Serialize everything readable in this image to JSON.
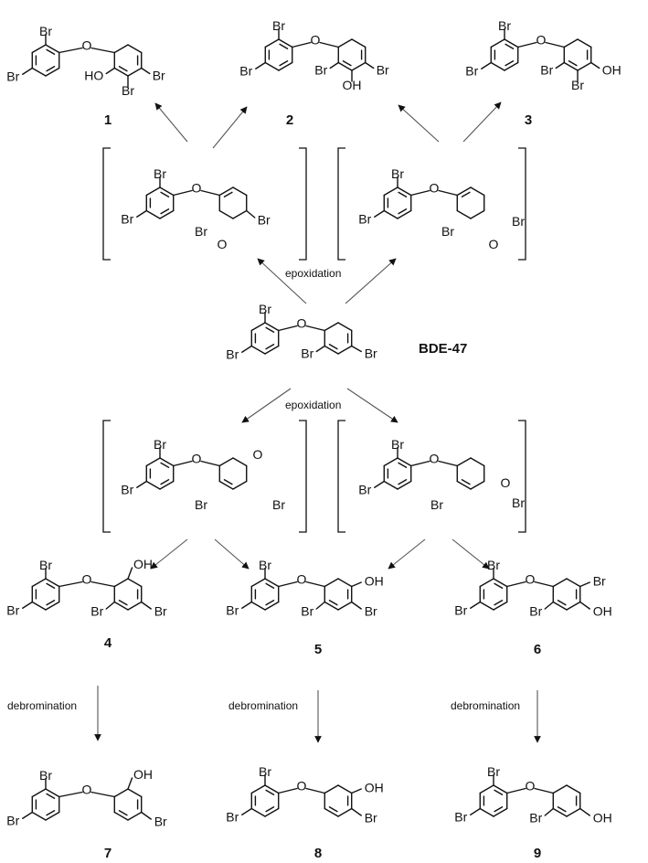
{
  "atoms": {
    "br": "Br",
    "o": "O",
    "oh": "OH",
    "ho": "HO"
  },
  "compound_numbers": [
    "1",
    "2",
    "3",
    "4",
    "5",
    "6",
    "7",
    "8",
    "9"
  ],
  "parent": {
    "name": "BDE-47"
  },
  "reactions": {
    "epoxidation": "epoxidation",
    "debromination": "debromination"
  },
  "colors": {
    "ink": "#111111",
    "arrow_line": "#555555"
  }
}
